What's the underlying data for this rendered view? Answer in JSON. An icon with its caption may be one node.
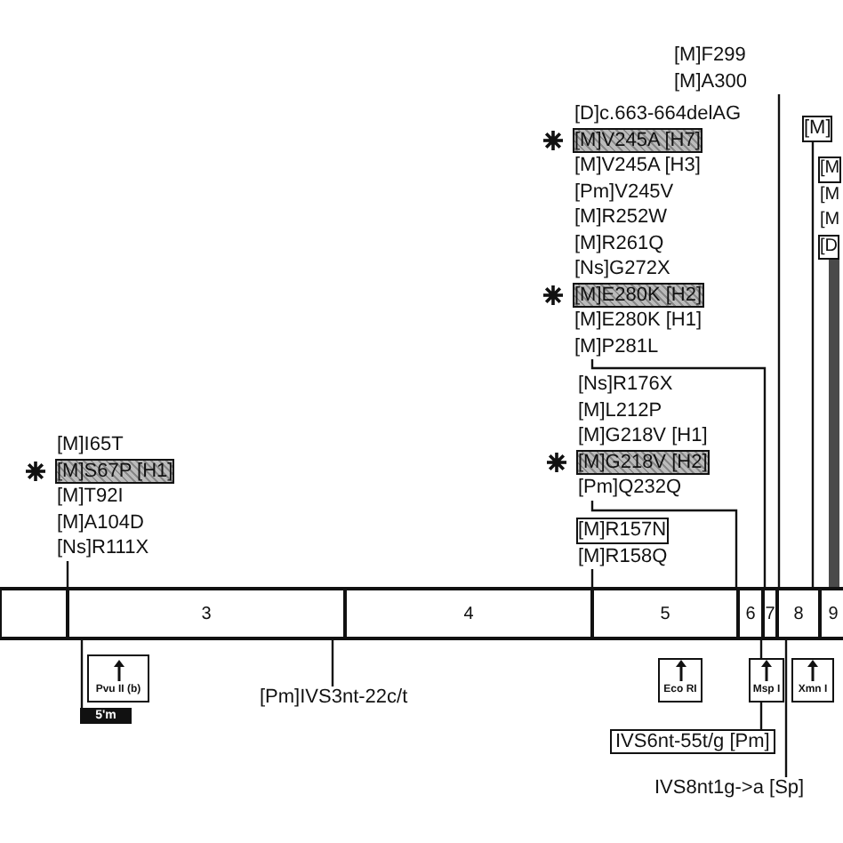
{
  "diagram": {
    "nodes": [
      {
        "text": [],
        "shape": "box"
      },
      {
        "text": [
          "3"
        ]
      },
      {
        "text": [
          "4"
        ]
      },
      {
        "text": [
          "5"
        ]
      },
      {
        "text": [
          "6"
        ]
      },
      {
        "text": [
          "7"
        ]
      },
      {
        "text": [
          "8"
        ]
      },
      {
        "text": [
          "9"
        ]
      },
      {
        "text": [
          "[M]I65T",
          "[M]S67P [H1]",
          "[M]T92I",
          "[M]A104D",
          "[Ns]R111X"
        ]
      },
      {
        "text": [
          "[D]c.663-664delAG",
          "[M]V245A [H7]",
          "[M]V245A [H3]",
          "[Pm]V245V",
          "[M]R252W",
          "[M]R261Q",
          "[Ns]G272X",
          "[M]E280K [H2]",
          "[M]E280K [H1]",
          "[M]P281L"
        ]
      },
      {
        "text": [
          "[Ns]R176X",
          "[M]L212P",
          "[M]G218V [H1]",
          "[M]G218V [H2]",
          "[Pm]Q232Q"
        ]
      },
      {
        "text": [
          "[M]R157N",
          "[M]R158Q"
        ]
      },
      {
        "text": [
          "[M]F299",
          "[M]A300"
        ]
      },
      {
        "text": [
          "[M]"
        ]
      },
      {
        "text": [
          "[M",
          "[M",
          "[M",
          "[D"
        ]
      },
      {
        "text": [
          "Pvu II (b)"
        ]
      },
      {
        "text": [
          "5'm"
        ]
      },
      {
        "text": [
          "[Pm]IVS3nt-22c/t"
        ]
      },
      {
        "text": [
          "Eco RI"
        ]
      },
      {
        "text": [
          "Msp I"
        ]
      },
      {
        "text": [
          "Xmn I"
        ]
      },
      {
        "text": [
          "IVS6nt-55t/g [Pm]"
        ]
      },
      {
        "text": [
          "IVS8nt1g->a [Sp]"
        ]
      }
    ],
    "edges": [
      {
        "from": 8,
        "to": 1,
        "arrow": "none"
      },
      {
        "from": 9,
        "to": 5,
        "arrow": "none"
      },
      {
        "from": 10,
        "to": 4,
        "arrow": "none"
      },
      {
        "from": 11,
        "to": 3,
        "arrow": "none"
      },
      {
        "from": 12,
        "to": 6,
        "arrow": "none"
      },
      {
        "from": 13,
        "to": 6,
        "arrow": "none"
      },
      {
        "from": 14,
        "to": 7,
        "arrow": "none",
        "style": "thick",
        "color": "#4a4a4a"
      },
      {
        "from": 16,
        "to": 1,
        "arrow": "none"
      },
      {
        "from": 17,
        "to": 1,
        "arrow": "none"
      },
      {
        "from": 21,
        "to": 4,
        "arrow": "none"
      },
      {
        "from": 22,
        "to": 6,
        "arrow": "none"
      }
    ]
  }
}
